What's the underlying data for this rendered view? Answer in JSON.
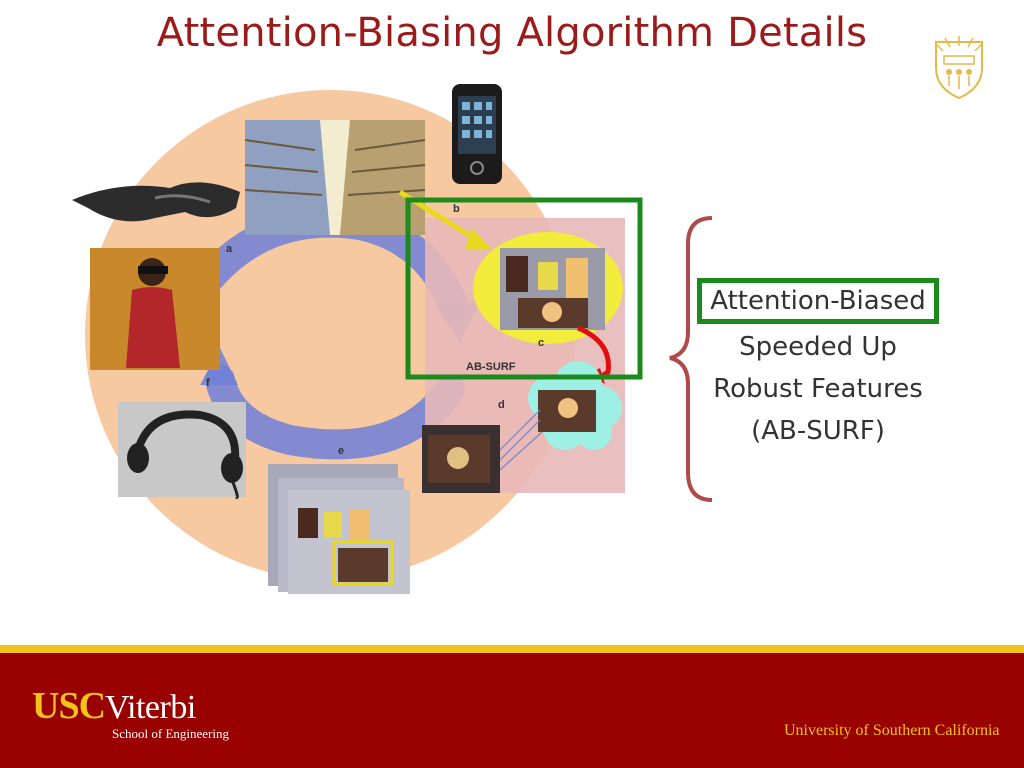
{
  "slide": {
    "title": "Attention-Biasing Algorithm Details",
    "ab_surf": {
      "line1": "Attention-Biased",
      "line2": "Speeded Up",
      "line3": "Robust Features",
      "line4": "(AB-SURF)"
    }
  },
  "diagram": {
    "labels": {
      "a": "a",
      "b": "b",
      "c": "c",
      "d": "d",
      "e": "e",
      "f": "f",
      "ab_surf": "AB-SURF"
    },
    "colors": {
      "highlight_green": "#1c8a1c",
      "circle_orange": "#f6c9a0",
      "arrow_blue": "#6f7fd8",
      "yellow": "#f2ec3c",
      "cyan_cloud": "#9ff0e4",
      "red_arrow": "#e01010"
    }
  },
  "footer": {
    "logo_usc": "USC",
    "logo_viterbi": "Viterbi",
    "logo_subtitle": "School of Engineering",
    "university": "University of Southern California",
    "colors": {
      "cardinal": "#990000",
      "gold": "#f3c21b"
    }
  }
}
